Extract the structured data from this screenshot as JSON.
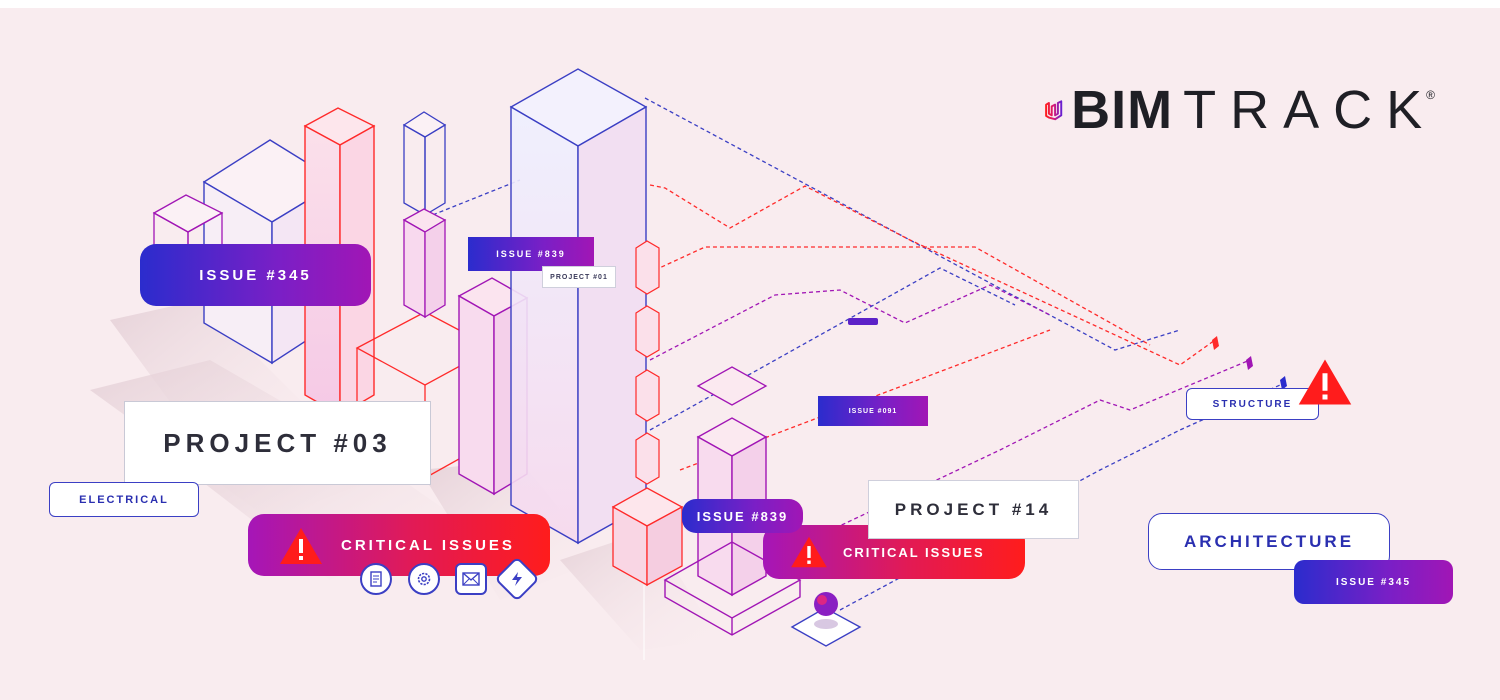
{
  "brand": {
    "name_bold": "BIM",
    "name_light": "TRACK",
    "registered": "®",
    "colors": {
      "red": "#ff1c1c",
      "purple": "#a116b5",
      "blue": "#2b2ccd",
      "background": "#f9ecef"
    }
  },
  "labels": {
    "issue_345_left": "ISSUE #345",
    "issue_839_top": "ISSUE #839",
    "project_01": "PROJECT #01",
    "project_03": "PROJECT #03",
    "electrical": "ELECTRICAL",
    "critical_left": "CRITICAL ISSUES",
    "issue_091": "ISSUE #091",
    "issue_839_mid": "ISSUE #839",
    "critical_mid": "CRITICAL ISSUES",
    "project_14": "PROJECT #14",
    "structure": "STRUCTURE",
    "architecture": "ARCHITECTURE",
    "issue_345_right": "ISSUE #345"
  },
  "icons": [
    "document-icon",
    "gear-icon",
    "envelope-icon",
    "lightning-icon",
    "warning-icon"
  ]
}
